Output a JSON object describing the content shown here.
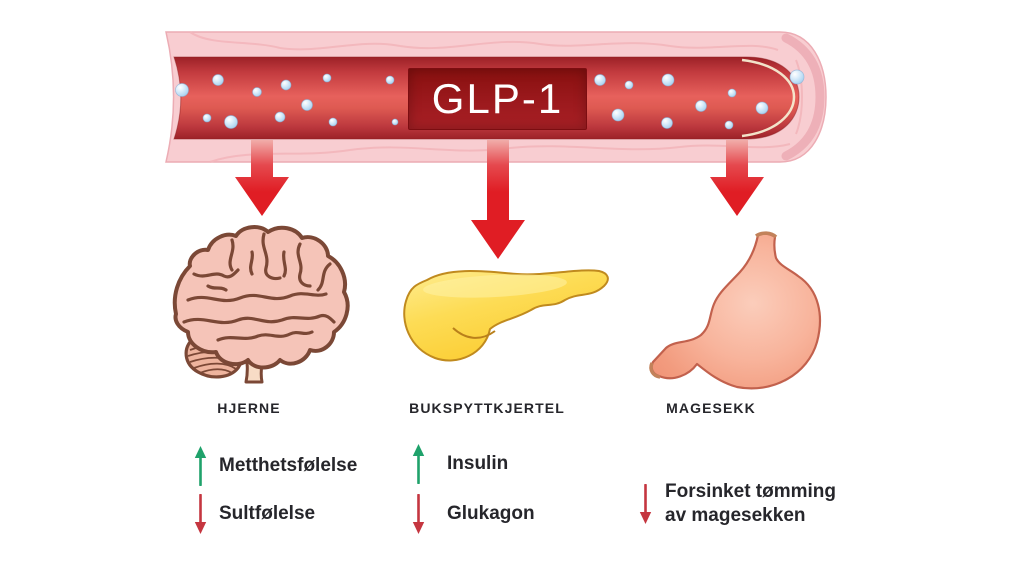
{
  "vessel": {
    "hormone_label": "GLP-1",
    "description": "blood-vessel-with-glp1-molecules"
  },
  "organs": [
    {
      "id": "brain",
      "label": "HJERNE",
      "effects": [
        {
          "direction": "up",
          "text": "Metthetsfølelse"
        },
        {
          "direction": "down",
          "text": "Sultfølelse"
        }
      ]
    },
    {
      "id": "pancreas",
      "label": "BUKSPYTTKJERTEL",
      "effects": [
        {
          "direction": "up",
          "text": "Insulin"
        },
        {
          "direction": "down",
          "text": "Glukagon"
        }
      ]
    },
    {
      "id": "stomach",
      "label": "MAGESEKK",
      "effects": [
        {
          "direction": "down",
          "text": "Forsinket tømming av magesekken"
        }
      ]
    }
  ],
  "colors": {
    "background": "#ffffff",
    "big_arrow_red": "#e01d24",
    "increase_green": "#1fa26b",
    "decrease_red": "#c53640",
    "text_dark": "#26262b",
    "glp1_box_red": "#96161a",
    "vessel_wall_pink": "#f8cdd1",
    "blood_red": "#c23a3e",
    "molecule_blue": "#bbdcf4",
    "brain_pink": "#f5c4b8",
    "brain_outline_brown": "#7b4836",
    "pancreas_yellow": "#fcd53f",
    "stomach_salmon": "#f6a88e"
  }
}
